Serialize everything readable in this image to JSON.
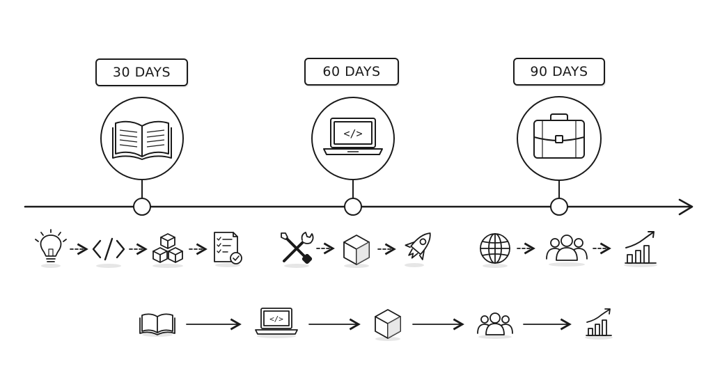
{
  "milestones": [
    {
      "label": "30 DAYS",
      "icon": "open-book-icon"
    },
    {
      "label": "60 DAYS",
      "icon": "laptop-code-icon"
    },
    {
      "label": "90 DAYS",
      "icon": "briefcase-icon"
    }
  ],
  "phase_steps": [
    [
      "lightbulb-icon",
      "code-brackets-icon",
      "cubes-icon",
      "checklist-icon"
    ],
    [
      "tools-icon",
      "cube-icon",
      "rocket-icon"
    ],
    [
      "globe-icon",
      "team-icon",
      "growth-chart-icon"
    ]
  ],
  "summary_flow": [
    "open-book-icon",
    "laptop-code-icon",
    "cube-icon",
    "team-icon",
    "growth-chart-icon"
  ],
  "code_glyph": "</>",
  "colors": {
    "ink": "#1a1a1a",
    "shadow": "#e6e6e6",
    "background": "#ffffff"
  }
}
